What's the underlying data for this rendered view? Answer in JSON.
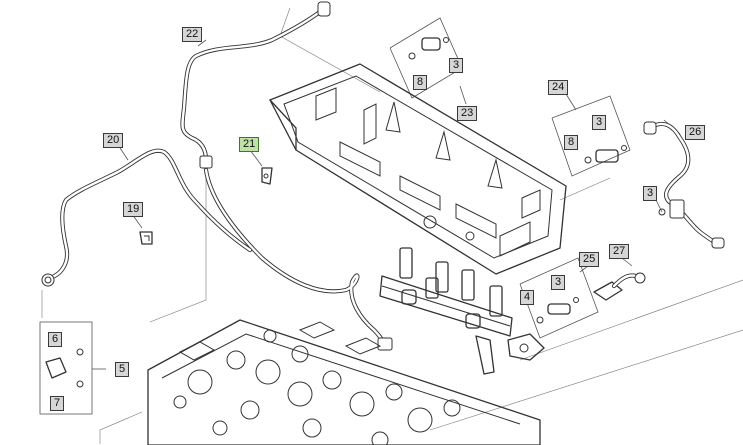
{
  "diagram": {
    "callouts": [
      {
        "id": "22",
        "label": "22",
        "highlight": false
      },
      {
        "id": "21",
        "label": "21",
        "highlight": true
      },
      {
        "id": "20",
        "label": "20",
        "highlight": false
      },
      {
        "id": "19",
        "label": "19",
        "highlight": false
      },
      {
        "id": "23",
        "label": "23",
        "highlight": false
      },
      {
        "id": "8a",
        "label": "8",
        "highlight": false
      },
      {
        "id": "3a",
        "label": "3",
        "highlight": false
      },
      {
        "id": "24",
        "label": "24",
        "highlight": false
      },
      {
        "id": "3b",
        "label": "3",
        "highlight": false
      },
      {
        "id": "8b",
        "label": "8",
        "highlight": false
      },
      {
        "id": "26",
        "label": "26",
        "highlight": false
      },
      {
        "id": "3c",
        "label": "3",
        "highlight": false
      },
      {
        "id": "27",
        "label": "27",
        "highlight": false
      },
      {
        "id": "25",
        "label": "25",
        "highlight": false
      },
      {
        "id": "3d",
        "label": "3",
        "highlight": false
      },
      {
        "id": "4",
        "label": "4",
        "highlight": false
      },
      {
        "id": "6",
        "label": "6",
        "highlight": false
      },
      {
        "id": "5",
        "label": "5",
        "highlight": false
      },
      {
        "id": "7",
        "label": "7",
        "highlight": false
      }
    ],
    "colors": {
      "callout_bg": "#d6d6d6",
      "callout_highlight_bg": "#bfe3a6",
      "line": "#333333"
    }
  }
}
